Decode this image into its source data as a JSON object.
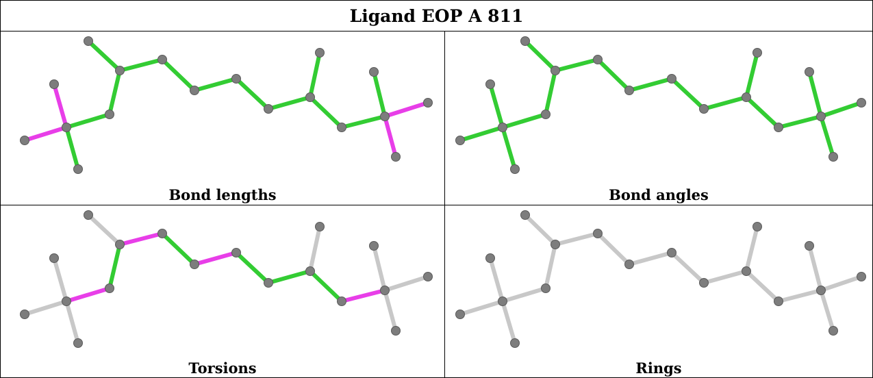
{
  "title": "Ligand EOP A 811",
  "panels": [
    {
      "caption": "Bond lengths"
    },
    {
      "caption": "Bond angles"
    },
    {
      "caption": "Torsions"
    },
    {
      "caption": "Rings"
    }
  ],
  "colors": {
    "green": "#33cc33",
    "magenta": "#e83ee8",
    "grey_bond": "#c8c8c8",
    "atom": "#7d7d7d"
  }
}
